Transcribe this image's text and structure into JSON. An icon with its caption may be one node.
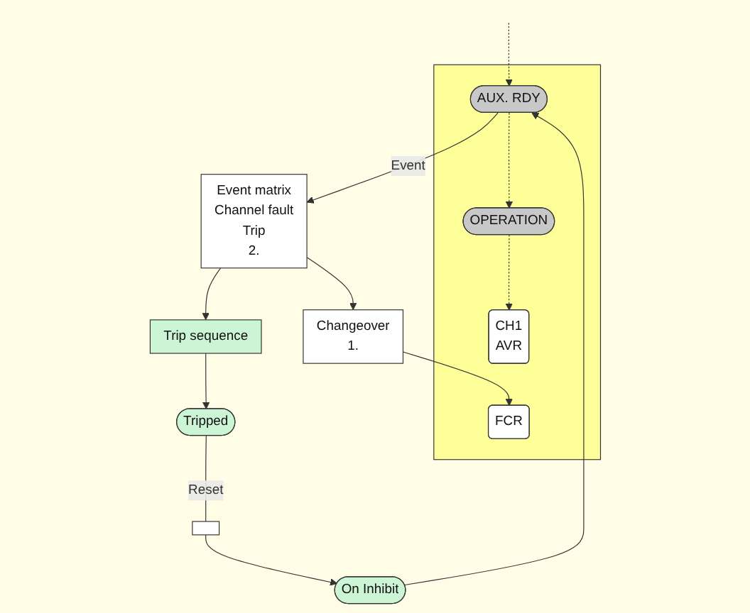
{
  "diagram": {
    "nodes": [
      {
        "text": [],
        "shape": "box"
      },
      {
        "text": [
          "AUX. RDY"
        ],
        "in": 0
      },
      {
        "text": [
          "OPERATION"
        ],
        "in": 0
      },
      {
        "text": [
          "CH1",
          "AVR"
        ],
        "in": 0
      },
      {
        "text": [
          "FCR"
        ],
        "in": 0
      },
      {
        "text": [
          "Event matrix",
          "Channel fault",
          "Trip",
          "2."
        ]
      },
      {
        "text": [
          "Changeover",
          "1."
        ]
      },
      {
        "text": [
          "Trip sequence"
        ]
      },
      {
        "text": [
          "Tripped"
        ]
      },
      {
        "text": [],
        "shape": "bar"
      },
      {
        "text": [
          "On Inhibit"
        ]
      }
    ],
    "edges": [
      {
        "from": null,
        "to": 1,
        "arrow": "to",
        "style": "dashed"
      },
      {
        "from": 10,
        "to": 1,
        "arrow": "to"
      },
      {
        "from": 1,
        "to": 2,
        "arrow": "to",
        "style": "dashed"
      },
      {
        "from": 2,
        "to": 3,
        "arrow": "to",
        "style": "dashed"
      },
      {
        "from": 1,
        "to": 5,
        "arrow": "to",
        "label": "Event"
      },
      {
        "from": 5,
        "to": 6,
        "arrow": "to"
      },
      {
        "from": 5,
        "to": 7,
        "arrow": "to"
      },
      {
        "from": 6,
        "to": 4,
        "arrow": "to"
      },
      {
        "from": 7,
        "to": 8,
        "arrow": "to"
      },
      {
        "from": 8,
        "to": 9,
        "arrow": "none",
        "label": "Reset"
      },
      {
        "from": 9,
        "to": 10,
        "arrow": "to"
      }
    ]
  }
}
